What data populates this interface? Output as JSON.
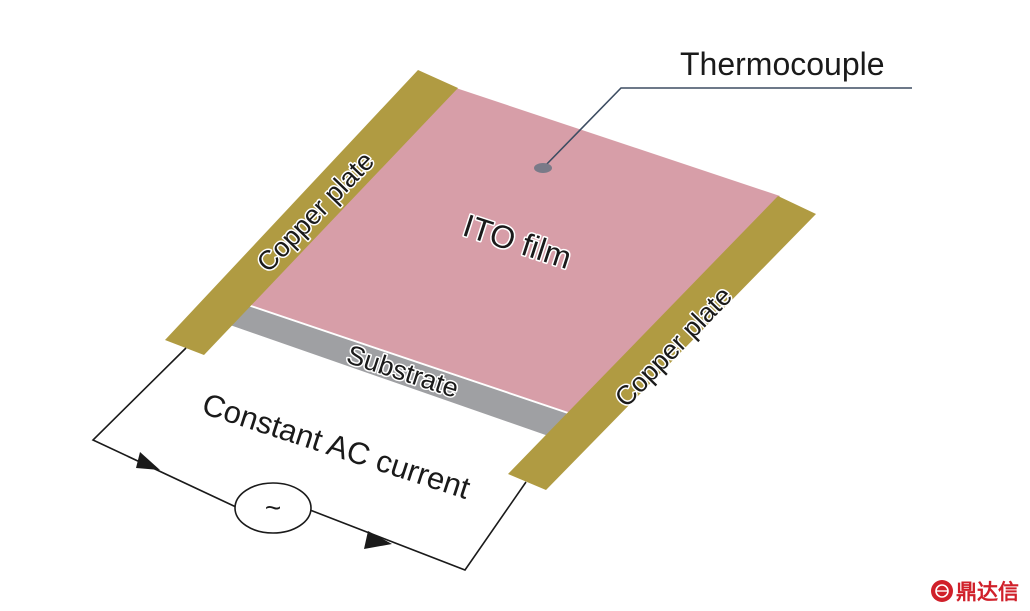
{
  "labels": {
    "thermocouple": "Thermocouple",
    "ito_film": "ITO film",
    "copper_plate_left": "Copper plate",
    "copper_plate_right": "Copper plate",
    "substrate": "Substrate",
    "current": "Constant AC current",
    "ac_source_symbol": "~"
  },
  "watermark": {
    "text": "鼎达信"
  },
  "colors": {
    "ito_film": "#d79ea8",
    "copper": "#b09b42",
    "substrate": "#9fa0a3",
    "thermocouple_point": "#7a7a88",
    "leader_line": "#3d4d62",
    "wire": "#1a1a1a",
    "watermark": "#d0202a"
  }
}
